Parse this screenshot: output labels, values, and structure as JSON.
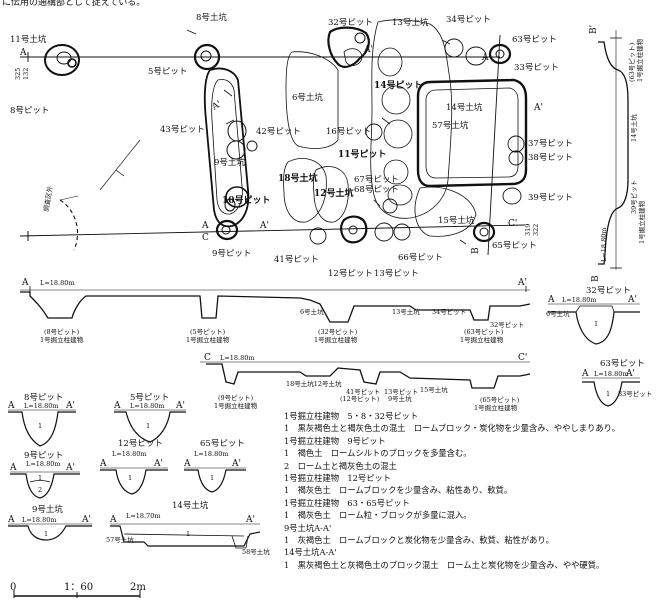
{
  "header_fragment": "に伝用の通構部として捉えている。",
  "plan_labels": {
    "p11": "11号土坑",
    "p8": "8号ピット",
    "p8top": "8号土坑",
    "p5": "5号ピット",
    "p32": "32号ピット",
    "p13": "13号土坑",
    "p34": "34号ピット",
    "p63": "63号ピット",
    "p33": "33号ピット",
    "p6": "6号土坑",
    "p14pit": "14号ピット",
    "p14": "14号土坑",
    "p57": "57号土坑",
    "p43": "43号ピット",
    "p42": "42号ピット",
    "p16": "16号ピット",
    "p9": "9号土坑",
    "p11pit": "11号ピット",
    "p37": "37号ピット",
    "p38": "38号ピット",
    "p18": "18号土坑",
    "p12": "12号土坑",
    "p67": "67号ピット",
    "p68": "68号ピット",
    "p10": "10号ピット",
    "p39": "39号ピット",
    "p15": "15号土坑",
    "p65": "65号ピット",
    "p9pit": "9号ピット",
    "p41": "41号ピット",
    "p12pit": "12号ピット",
    "p13pit": "13号ピット",
    "p66": "66号ピット",
    "chosa": "調査区外"
  },
  "letters": {
    "A": "A",
    "Ap": "A'",
    "B": "B",
    "Bp": "B'",
    "C": "C",
    "Cp": "C'"
  },
  "elev": "L=18.80m",
  "elev2": "L=18.70m",
  "vert_b1": "(63号ピット)",
  "vert_b2": "1号掘立柱建物",
  "vert_b3": "14号土坑",
  "vert_b4": "39号ピット",
  "vert_b5": "1号掘立柱建物",
  "sec_a": {
    "l1": "(8号ピット)",
    "l2": "1号掘立柱建物",
    "l3": "(5号ピット)",
    "l4": "1号掘立柱建物",
    "l5": "6号土坑",
    "l6": "(32号ピット)",
    "l7": "1号掘立柱建物",
    "l8": "13号土坑",
    "l9": "34号ピット",
    "l10": "(63号ピット)",
    "l11": "1号掘立柱建物",
    "l12": "32号ピット"
  },
  "sec_c": {
    "l1": "(9号ピット)",
    "l2": "1号掘立柱建物",
    "l3": "18号土坑12号土坑",
    "l4": "41号ピット",
    "l5": "(12号ピット)",
    "l6": "13号ピット",
    "l7": "9号土坑",
    "l8": "15号土坑",
    "l9": "(65号ピット)",
    "l10": "1号掘立柱建物"
  },
  "small_sections": {
    "s32": "32号ピット",
    "s32b": "6号土坑",
    "s63": "63号ピット",
    "s63b": "33号ピット",
    "s8": "8号ピット",
    "s5": "5号ピット",
    "s9": "9号ピット",
    "s12": "12号ピット",
    "s65": "65号ピット",
    "s9k": "9号土坑",
    "s14k": "14号土坑",
    "s57": "57号土坑",
    "s58": "58号土坑",
    "one": "1",
    "two": "2"
  },
  "notes": [
    "1号掘立柱建物　5・8・32号ピット",
    "1　黒灰褐色土と褐灰色土の混土　ロームブロック・炭化物を少量含み、ややしまりあり。",
    "1号掘立柱建物　9号ピット",
    "1　褐色土　ロームシルトのブロックを多量含む。",
    "2　ローム土と褐灰色土の混土",
    "1号掘立柱建物　12号ピット",
    "1　褐灰色土　ロームブロックを少量含み、粘性あり、軟質。",
    "1号掘立柱建物　63・65号ピット",
    "1　褐灰色土　ローム粒・ブロックが多量に混入。",
    "9号土坑A-A'",
    "1　灰褐色土　ロームブロックと炭化物を少量含み、軟質、粘性があり。",
    "14号土坑A-A'",
    "1　黒灰褐色土と灰褐色土のブロック混土　ローム土と炭化物を少量含み、やや硬質。"
  ],
  "scale": {
    "zero": "0",
    "ratio": "1：60",
    "end": "2m"
  },
  "misc": {
    "n325": "325",
    "n132": "132",
    "n319": "319",
    "n322": "322"
  }
}
